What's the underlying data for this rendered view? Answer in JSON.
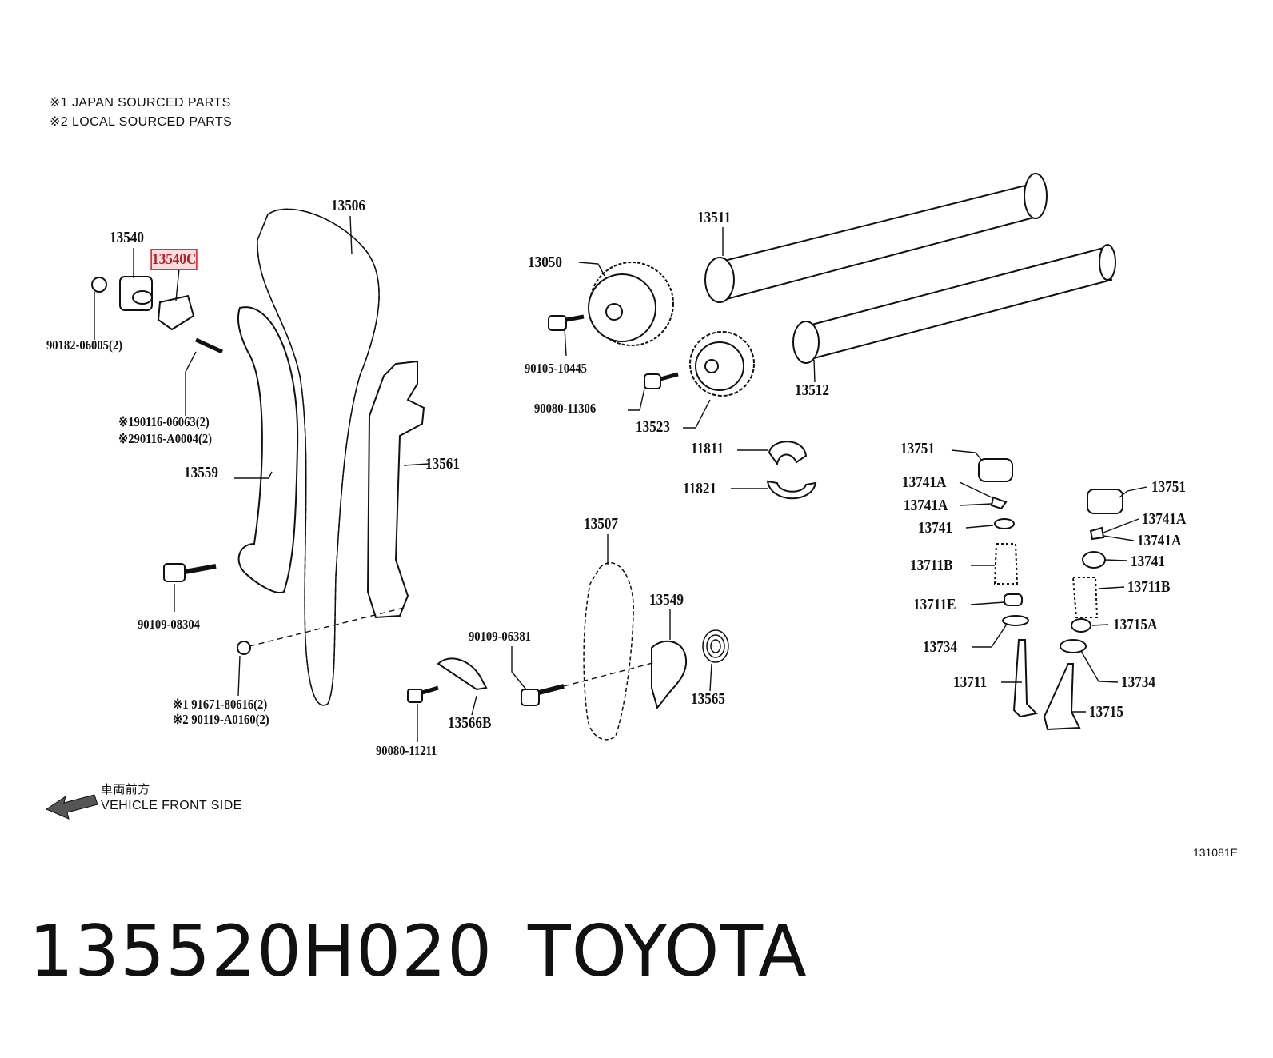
{
  "notes": {
    "note1": "※1 JAPAN SOURCED PARTS",
    "note2": "※2 LOCAL SOURCED PARTS"
  },
  "labels": {
    "p13506": "13506",
    "p13540": "13540",
    "p13540c": "13540C",
    "p90182": "90182-06005(2)",
    "p90116a": "※190116-06063(2)",
    "p90116b": "※290116-A0004(2)",
    "p13559": "13559",
    "p13561": "13561",
    "p90109a": "90109-08304",
    "p91671a": "※1 91671-80616(2)",
    "p91671b": "※2 90119-A0160(2)",
    "p13050": "13050",
    "p90105": "90105-10445",
    "p90080a": "90080-11306",
    "p13523": "13523",
    "p13511": "13511",
    "p13512": "13512",
    "p11811": "11811",
    "p11821": "11821",
    "p13507": "13507",
    "p13549": "13549",
    "p13565": "13565",
    "p90109b": "90109-06381",
    "p13566b": "13566B",
    "p90080b": "90080-11211",
    "p13751a": "13751",
    "p13741aa": "13741A",
    "p13741ab": "13741A",
    "p13741a": "13741",
    "p13711ba": "13711B",
    "p13711e": "13711E",
    "p13734a": "13734",
    "p13711": "13711",
    "p13751b": "13751",
    "p13741ac": "13741A",
    "p13741ad": "13741A",
    "p13741b": "13741",
    "p13711bb": "13711B",
    "p13715a": "13715A",
    "p13734b": "13734",
    "p13715": "13715"
  },
  "front": {
    "jp": "車両前方",
    "en": "VEHICLE FRONT SIDE"
  },
  "diagram_code": "131081E",
  "footer": {
    "part_number": "135520H020",
    "brand": "TOYOTA"
  },
  "highlight_color": "#e0303a"
}
